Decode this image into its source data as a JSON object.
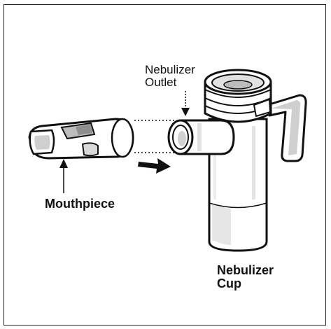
{
  "labels": {
    "outlet_line1": "Nebulizer",
    "outlet_line2": "Outlet",
    "mouthpiece": "Mouthpiece",
    "cup_line1": "Nebulizer",
    "cup_line2": "Cup"
  }
}
